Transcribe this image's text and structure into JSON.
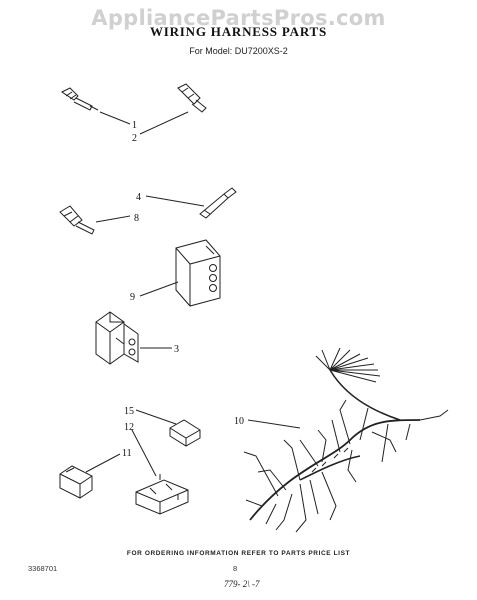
{
  "watermark": "AppliancePartsPros.com",
  "header": {
    "title": "WIRING HARNESS PARTS",
    "model": "For Model: DU7200XS-2"
  },
  "callouts": [
    "1",
    "2",
    "4",
    "8",
    "9",
    "3",
    "15",
    "12",
    "11",
    "10"
  ],
  "footer": {
    "ordering_note": "FOR ORDERING INFORMATION REFER TO PARTS PRICE LIST",
    "doc_number": "3368701",
    "page_number": "8",
    "date_stamp": "779- 2\\ -7"
  }
}
